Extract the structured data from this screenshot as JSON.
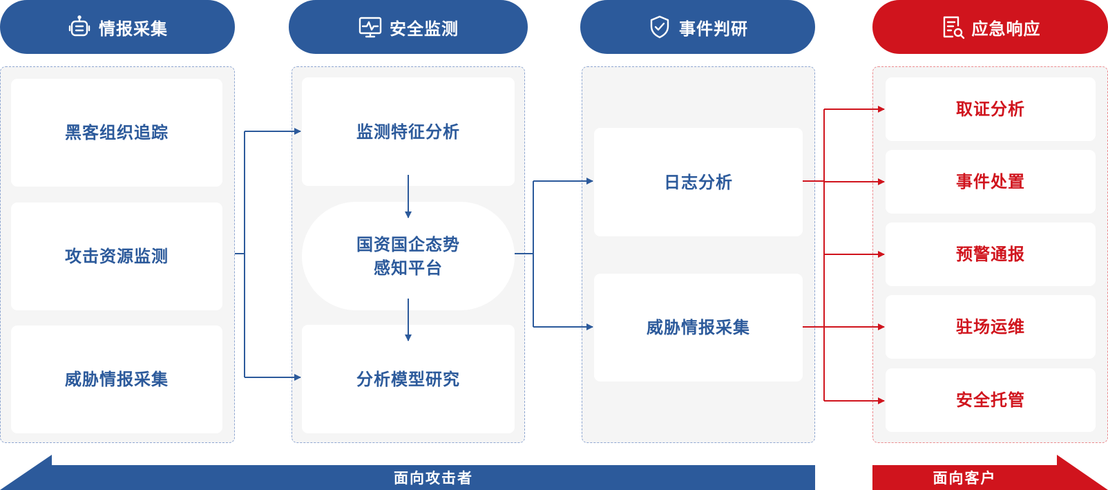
{
  "colors": {
    "blue": "#2c5a9b",
    "red": "#d0141d",
    "blue_dash": "#8ea6d1",
    "red_dash": "#ec8a8e",
    "panel": "#f5f5f5"
  },
  "headers": [
    {
      "label": "情报采集",
      "icon": "robot-icon"
    },
    {
      "label": "安全监测",
      "icon": "monitor-pulse-icon"
    },
    {
      "label": "事件判研",
      "icon": "shield-check-icon"
    },
    {
      "label": "应急响应",
      "icon": "document-search-icon"
    }
  ],
  "collection": {
    "items": [
      "黑客组织追踪",
      "攻击资源监测",
      "威胁情报采集"
    ]
  },
  "monitoring": {
    "top": "监测特征分析",
    "center": "国资国企态势\n感知平台",
    "bottom": "分析模型研究"
  },
  "analysis": {
    "items": [
      "日志分析",
      "威胁情报采集"
    ]
  },
  "response": {
    "items": [
      "取证分析",
      "事件处置",
      "预警通报",
      "驻场运维",
      "安全托管"
    ]
  },
  "footer": {
    "attacker": "面向攻击者",
    "customer": "面向客户"
  }
}
